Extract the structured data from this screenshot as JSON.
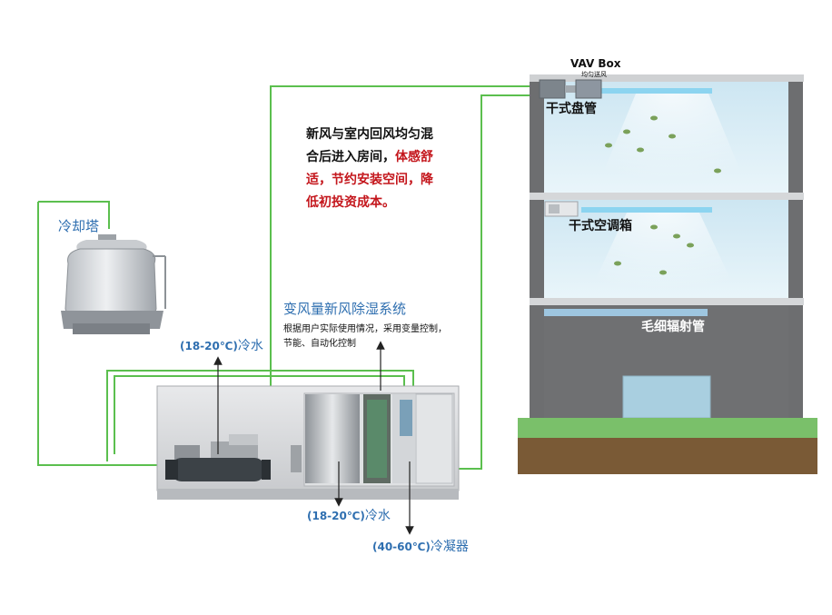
{
  "vav": {
    "title": "VAV Box",
    "subtitle": "均匀送风"
  },
  "description": {
    "line1": "新风与室内回风均匀混",
    "line2a": "合后进入房间，",
    "line2b": "体感舒",
    "line3": "适，节约安装空间，降",
    "line4": "低初投资成本。"
  },
  "cooling_tower": {
    "label": "冷却塔"
  },
  "unit": {
    "title": "变风量新风除湿系统",
    "note_line1": "根据用户实际使用情况，采用变量控制，",
    "note_line2": "节能、自动化控制"
  },
  "flows": {
    "cold_water_up": {
      "range": "(18-20℃)",
      "text": "冷水"
    },
    "cold_water_down": {
      "range": "(18-20℃)",
      "text": "冷水"
    },
    "condenser": {
      "range": "(40-60℃)",
      "text": "冷凝器"
    }
  },
  "building": {
    "floor1_label": "干式盘管",
    "floor2_label": "干式空调箱",
    "floor3_label": "毛细辐射管"
  },
  "colors": {
    "pipe": "#5bbf4e",
    "desc_highlight": "#c4161c",
    "label_blue": "#2f6fb0"
  },
  "icons": [
    "cooling-tower-icon",
    "chiller-icon",
    "leaf-icon",
    "vav-box-icon",
    "air-handler-icon"
  ]
}
